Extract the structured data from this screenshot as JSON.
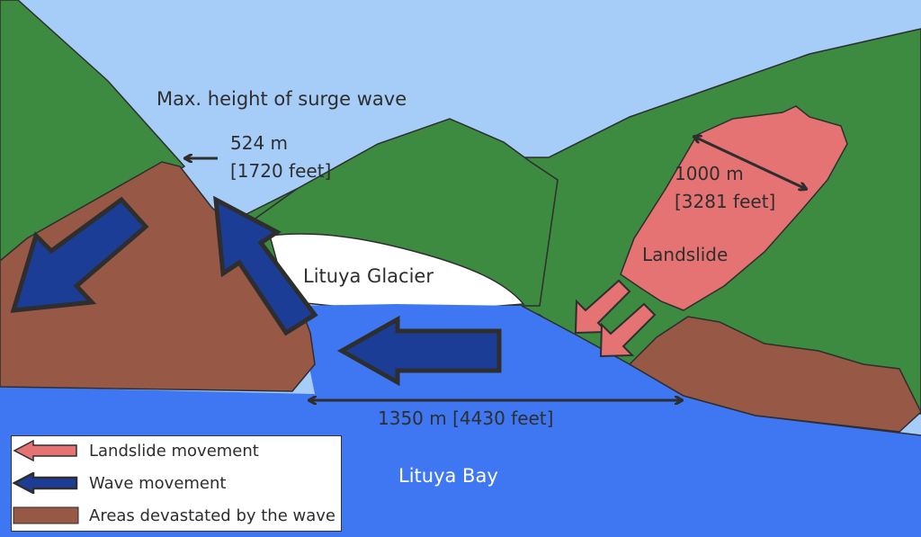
{
  "labels": {
    "max_height_title": "Max. height of surge wave",
    "max_height_m": "524 m",
    "max_height_ft": "[1720 feet]",
    "landslide_width_m": "1000 m",
    "landslide_width_ft": "[3281 feet]",
    "landslide": "Landslide",
    "glacier": "Lituya Glacier",
    "bay_width": "1350 m [4430 feet]",
    "bay": "Lituya Bay"
  },
  "legend": {
    "landslide_movement": "Landslide movement",
    "wave_movement": "Wave movement",
    "devastated_areas": "Areas devastated by the wave"
  },
  "colors": {
    "sky": "#a6cdf7",
    "mountain": "#3d8a41",
    "water": "#3f77f2",
    "devastated": "#975845",
    "landslide": "#e57373",
    "wave_arrow": "#1c3d96",
    "glacier": "#ffffff"
  }
}
